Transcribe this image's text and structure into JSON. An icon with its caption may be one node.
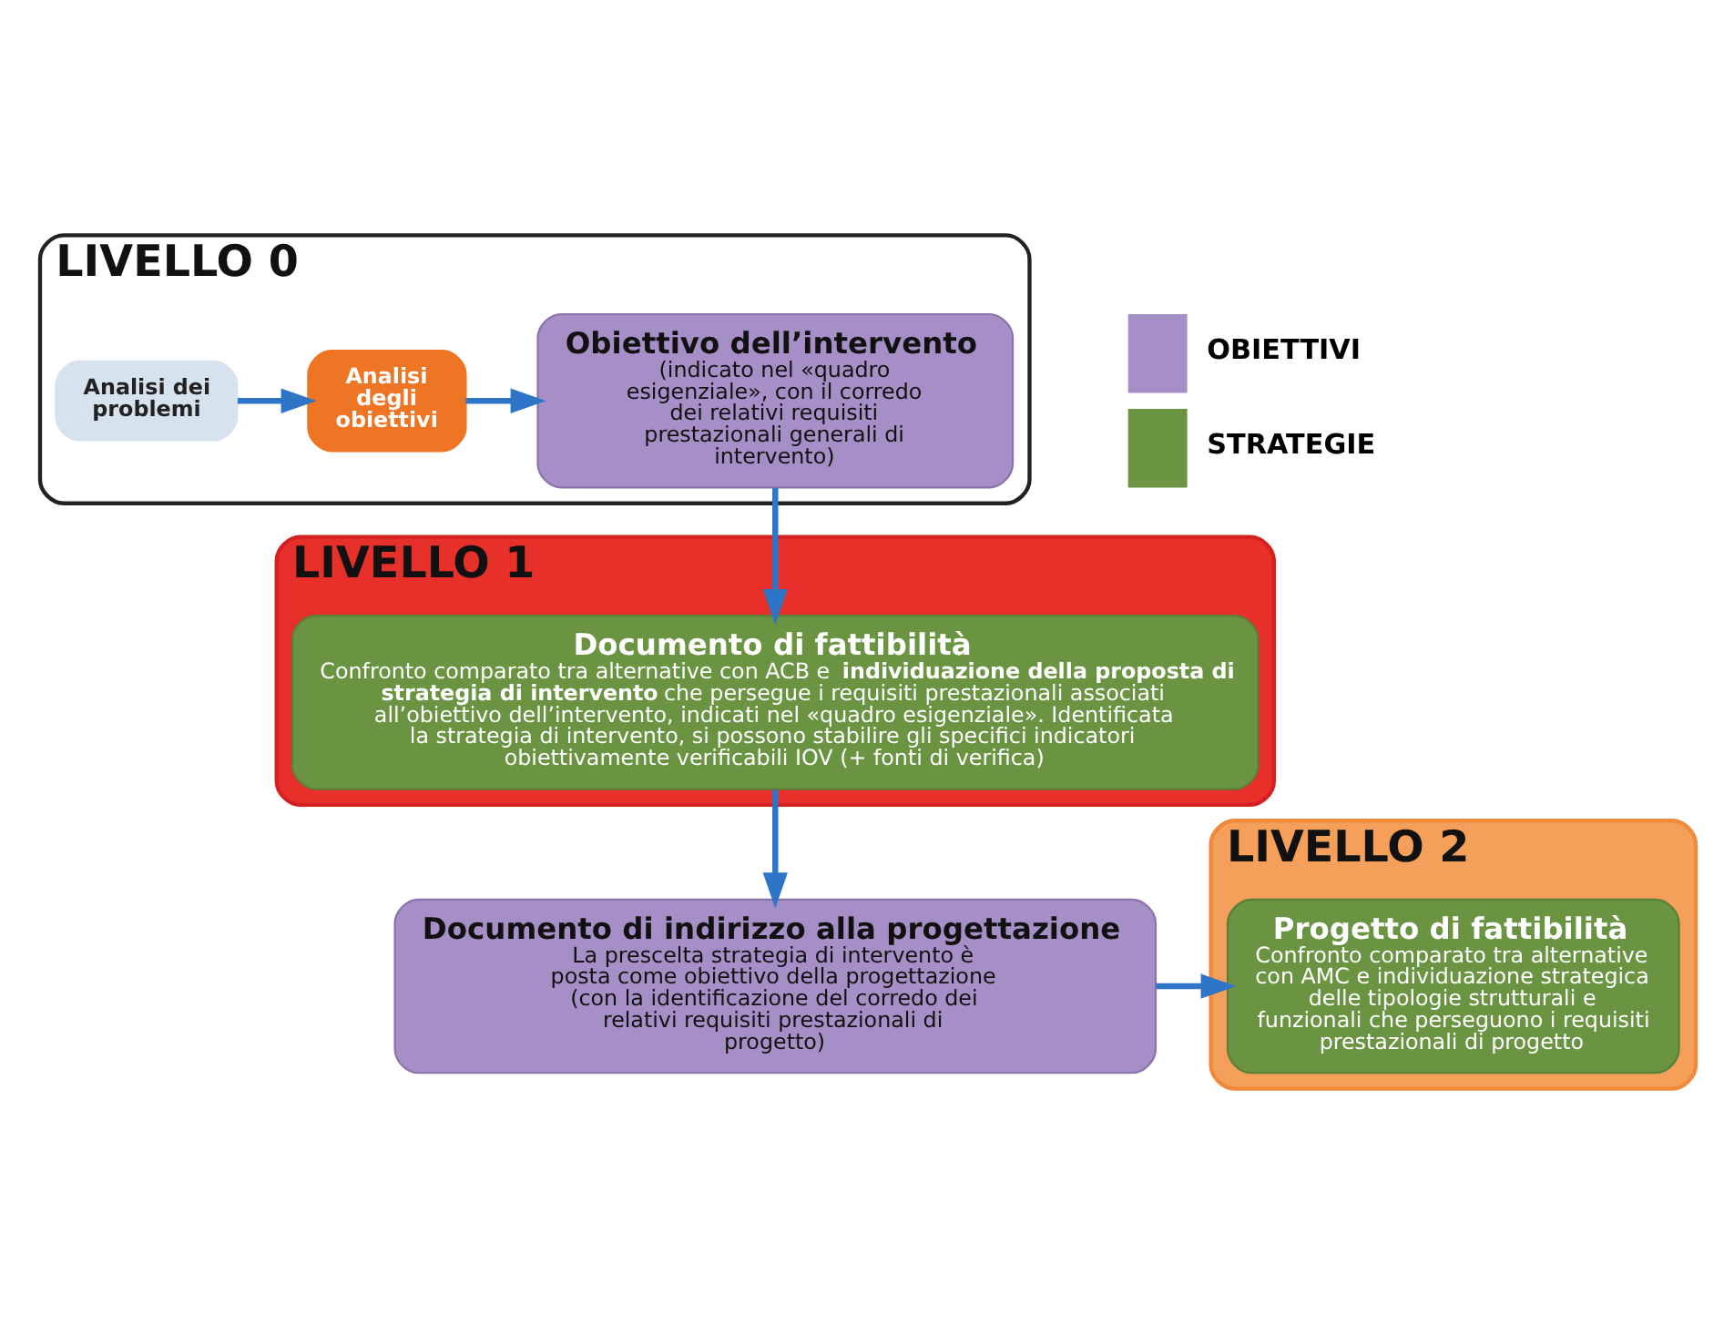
{
  "diagram": {
    "nodes": [
      {
        "text": [
          "LIVELLO 0"
        ]
      },
      {
        "text": [
          "Analisi dei problemi"
        ],
        "in": 0
      },
      {
        "text": [
          "Analisi degli obiettivi"
        ],
        "in": 0
      },
      {
        "text": [
          "Obiettivo dell’intervento",
          "(indicato nel «quadro esigenziale», con il corredo dei relativi requisiti prestazionali generali di intervento)"
        ],
        "in": 0
      },
      {
        "text": [
          "LIVELLO 1"
        ]
      },
      {
        "text": [
          "Documento di fattibilità",
          "Confronto comparato tra alternative con ACB e **individuazione della proposta di strategia di intervento** che persegue i requisiti prestazionali associati all’obiettivo dell’intervento, indicati nel «quadro esigenziale». Identificata la strategia di intervento, si possono stabilire gli specifici indicatori obiettivamente verificabili IOV (+ fonti di verifica)"
        ],
        "in": 4
      },
      {
        "text": [
          "LIVELLO 2"
        ]
      },
      {
        "text": [
          "Progetto di fattibilità",
          "Confronto comparato tra alternative con AMC e individuazione strategica delle tipologie strutturali e funzionali che perseguono i requisiti prestazionali di progetto"
        ],
        "in": 6
      },
      {
        "text": [
          "Documento di indirizzo alla progettazione",
          "La prescelta strategia di intervento è posta come obiettivo della progettazione (con la identificazione del corredo dei relativi requisiti prestazionali di progetto)"
        ]
      }
    ],
    "edges": [
      {
        "from": 1,
        "to": 2,
        "arrow": "to"
      },
      {
        "from": 2,
        "to": 3,
        "arrow": "to"
      },
      {
        "from": 3,
        "to": 5,
        "arrow": "to"
      },
      {
        "from": 5,
        "to": 8,
        "arrow": "to"
      },
      {
        "from": 8,
        "to": 7,
        "arrow": "to"
      }
    ],
    "legend": [
      {
        "text": "OBIETTIVI",
        "color": "#a58fc6"
      },
      {
        "text": "STRATEGIE",
        "color": "#6b9442"
      }
    ]
  }
}
